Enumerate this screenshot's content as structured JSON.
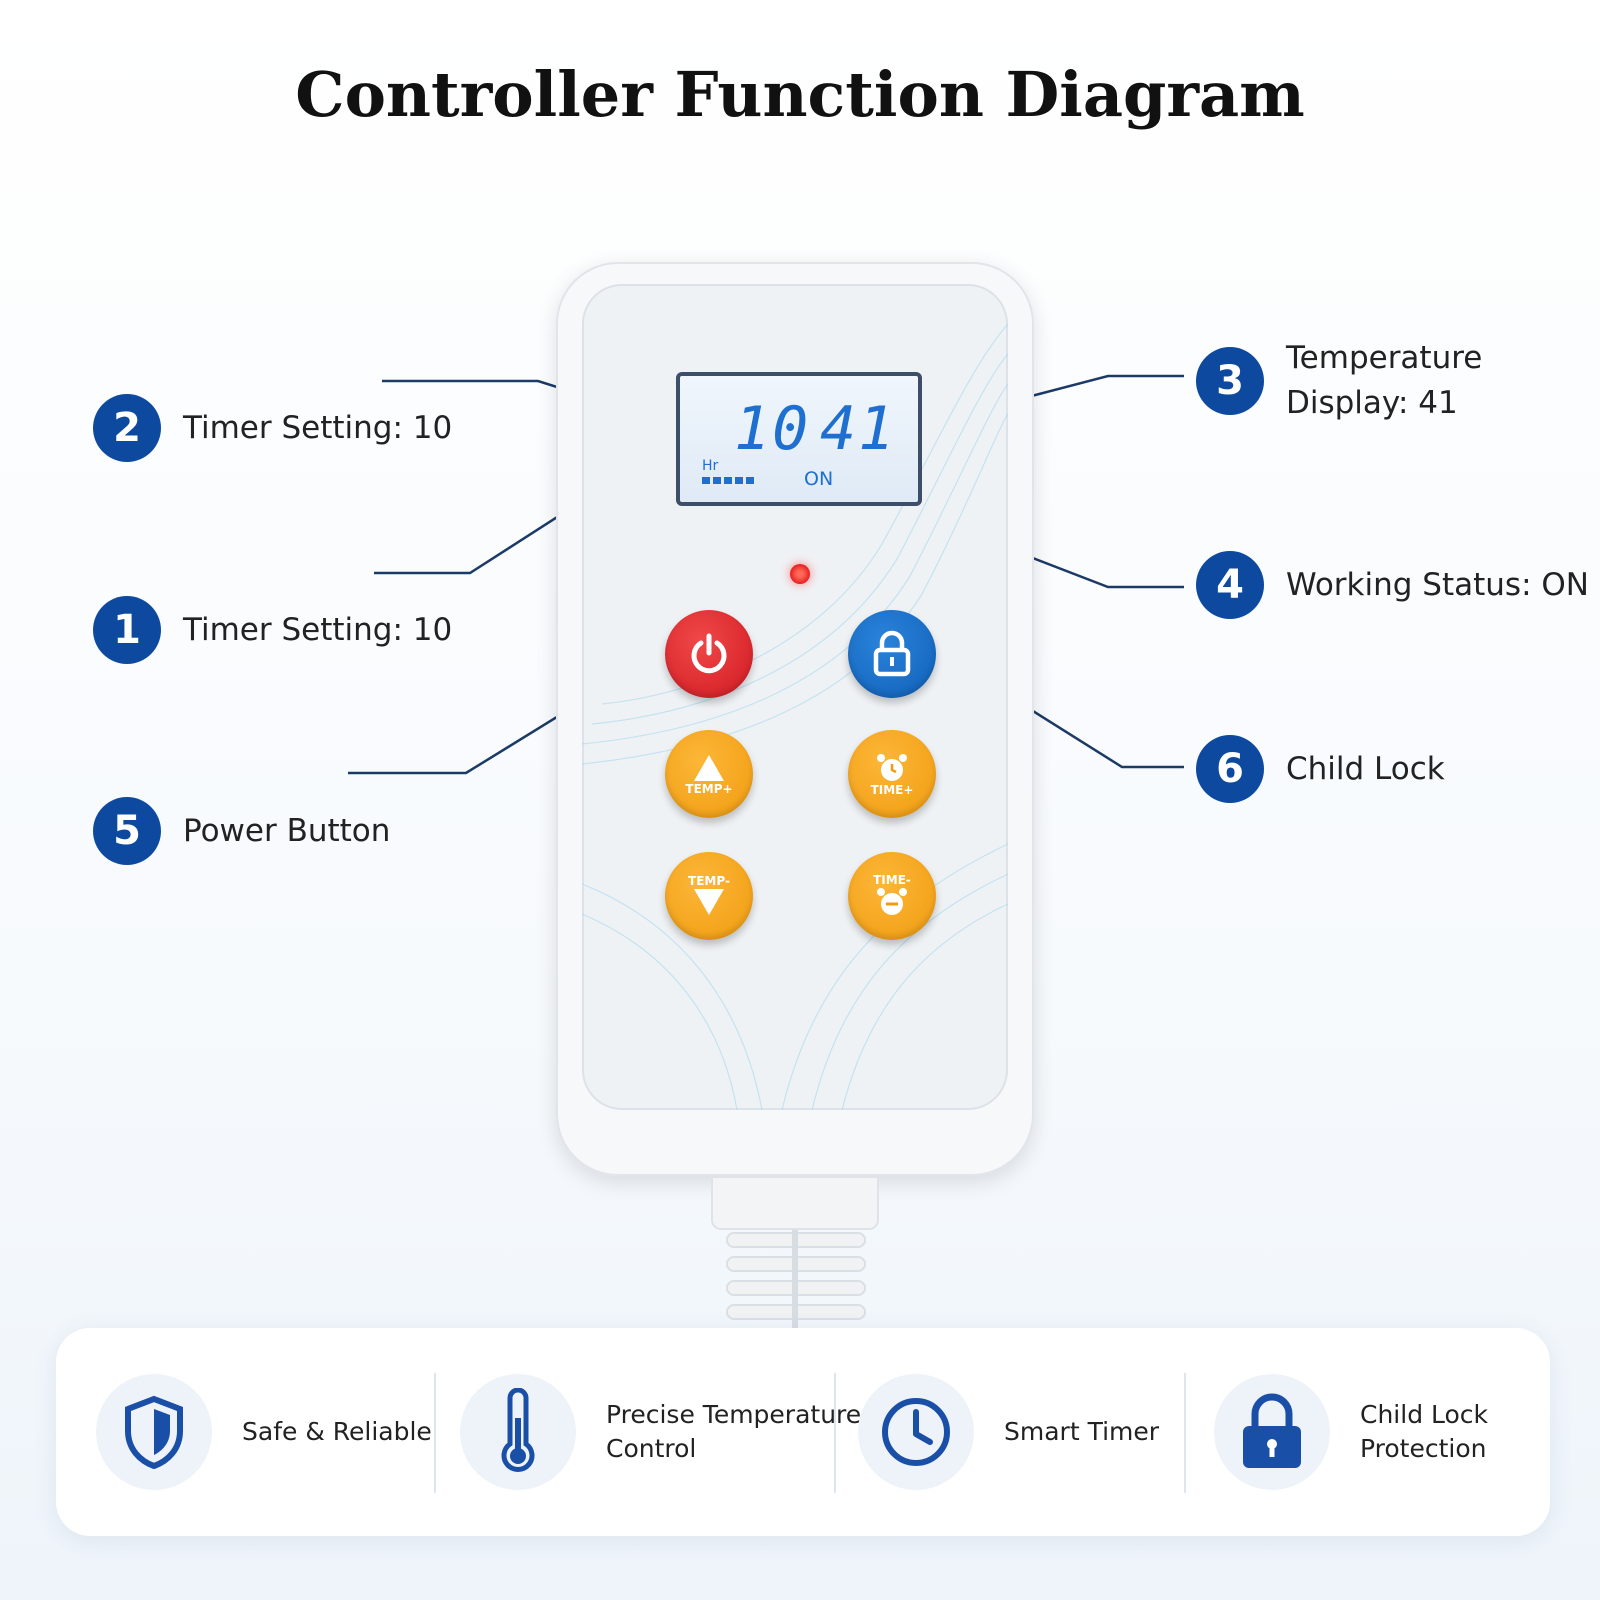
{
  "title": "Controller Function Diagram",
  "callouts": [
    {
      "number": "2",
      "label": "Timer Setting: 10"
    },
    {
      "number": "1",
      "label": "Timer Setting: 10"
    },
    {
      "number": "5",
      "label": "Power Button"
    },
    {
      "number": "3",
      "label_line1": "Temperature",
      "label_line2": "Display: 41"
    },
    {
      "number": "4",
      "label": "Working Status: ON"
    },
    {
      "number": "6",
      "label": "Child Lock"
    }
  ],
  "display": {
    "timer_digits": "10",
    "temp_digits": "41",
    "unit": "Hr",
    "status": "ON"
  },
  "buttons": {
    "temp_up_caption": "TEMP+",
    "time_up_caption": "TIME+",
    "temp_down_caption": "TEMP-",
    "time_down_caption": "TIME-"
  },
  "features": [
    {
      "icon": "shield-icon",
      "line1": "Safe & Reliable",
      "line2": ""
    },
    {
      "icon": "thermometer-icon",
      "line1": "Precise Temperature",
      "line2": "Control"
    },
    {
      "icon": "clock-icon",
      "line1": "Smart Timer",
      "line2": ""
    },
    {
      "icon": "lock-icon",
      "line1": "Child Lock",
      "line2": "Protection"
    }
  ],
  "colors": {
    "brand_blue": "#0d4a9f",
    "power_red": "#d01a22",
    "lock_blue": "#1060b8",
    "control_orange": "#f09c10",
    "lcd_blue": "#1e6fd0"
  }
}
